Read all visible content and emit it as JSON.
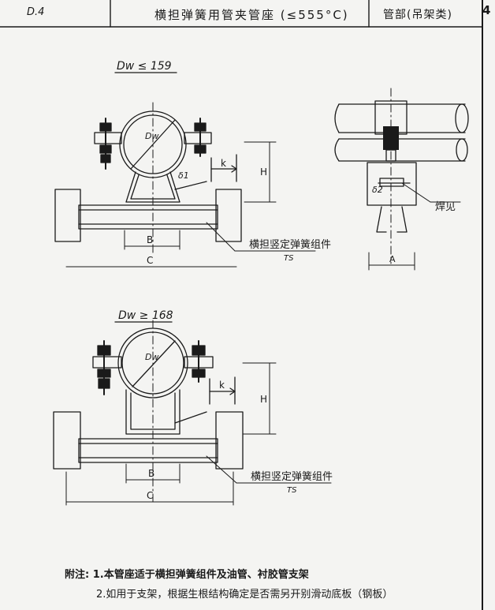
{
  "header": {
    "code": "D.4",
    "title": "横担弹簧用管夹管座 (≤555°C)",
    "category": "管部(吊架类)",
    "side": "4"
  },
  "top_diagram": {
    "title": "Dw ≤ 159",
    "dw": "Dw",
    "s": "δ1",
    "k": "k",
    "h": "H",
    "b": "B",
    "c": "C",
    "ts": "TS",
    "leader": "横担竖定弹簧组件"
  },
  "side_view": {
    "s": "δ2",
    "label": "焊见",
    "a": "A"
  },
  "bottom_diagram": {
    "title": "Dw ≥ 168",
    "dw": "Dw",
    "k": "k",
    "h": "H",
    "b": "B",
    "c": "C",
    "ts": "TS",
    "leader": "横担竖定弹簧组件"
  },
  "notes": {
    "line1": "附注: 1.本管座适于横担弹簧组件及油管、衬胶管支架",
    "line2": "2.如用于支架，根据生根结构确定是否需另开别滑动底板（钢板）"
  }
}
